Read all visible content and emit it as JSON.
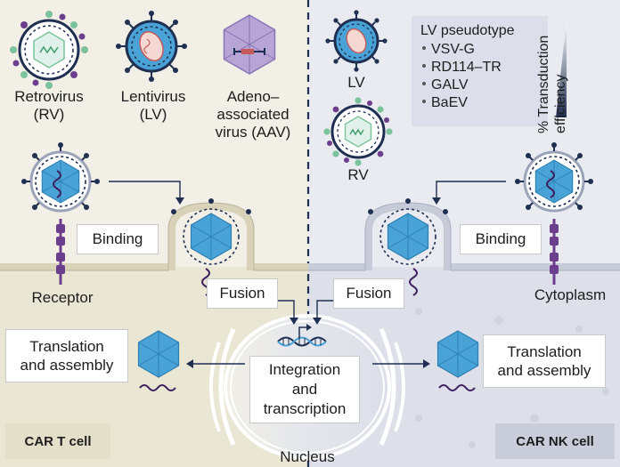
{
  "viruses": {
    "retrovirus": [
      "Retrovirus",
      "(RV)"
    ],
    "lentivirus": [
      "Lentivirus",
      "(LV)"
    ],
    "aav": [
      "Adeno–",
      "associated",
      "virus (AAV)"
    ],
    "lv_short": "LV",
    "rv_short": "RV"
  },
  "legend": {
    "title": "LV pseudotype",
    "items": [
      "VSV-G",
      "RD114–TR",
      "GALV",
      "BaEV"
    ],
    "gradient_label": [
      "% Transduction",
      "efficiency"
    ]
  },
  "steps": {
    "binding": "Binding",
    "fusion": "Fusion",
    "receptor": "Receptor",
    "cytoplasm": "Cytoplasm",
    "translation": [
      "Translation",
      "and assembly"
    ],
    "integration": [
      "Integration",
      "and",
      "transcription"
    ],
    "nucleus": "Nucleus"
  },
  "cells": {
    "left": "CAR T cell",
    "right": "CAR NK cell"
  },
  "colors": {
    "left_bg": "#f1efe6",
    "right_bg": "#e9ebf1",
    "membrane": "#e0dcc6",
    "capsid": "#4aa3d6",
    "spike_green": "#7bc39b",
    "spike_purple": "#6b3e8e",
    "navy": "#1f2f52",
    "cell_tag_left": "#e3dfc8",
    "cell_tag_right": "#c9cdda"
  }
}
